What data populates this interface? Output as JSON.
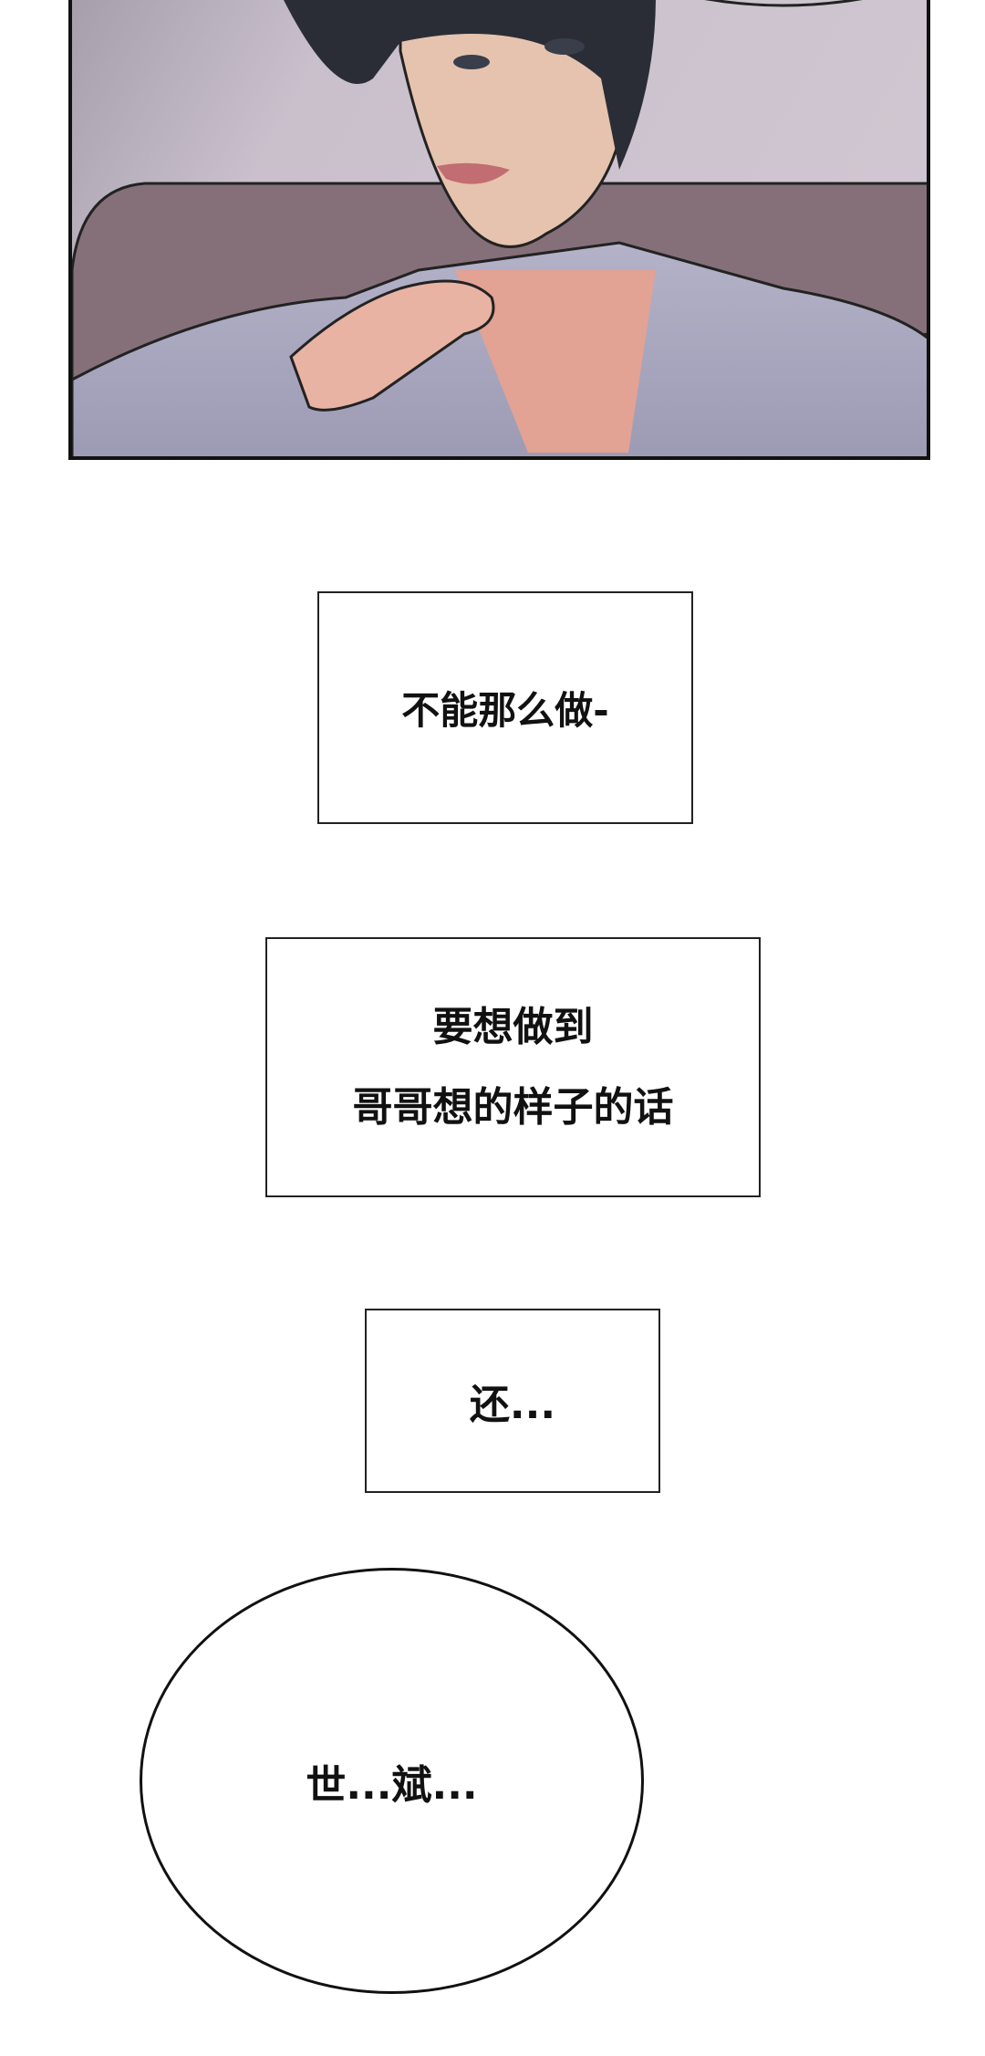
{
  "panel": {
    "colors": {
      "wall": "#c9c0cc",
      "sofa": "#8a7378",
      "shirt": "#a7a6bd",
      "hair": "#2a2d36",
      "skin": "#e8b6a0"
    }
  },
  "captions": [
    {
      "lines": [
        "不能那么做-"
      ]
    },
    {
      "lines": [
        "要想做到",
        "哥哥想的样子的话"
      ]
    },
    {
      "lines": [
        "还..."
      ]
    }
  ],
  "bubble": {
    "text": "世...斌..."
  }
}
